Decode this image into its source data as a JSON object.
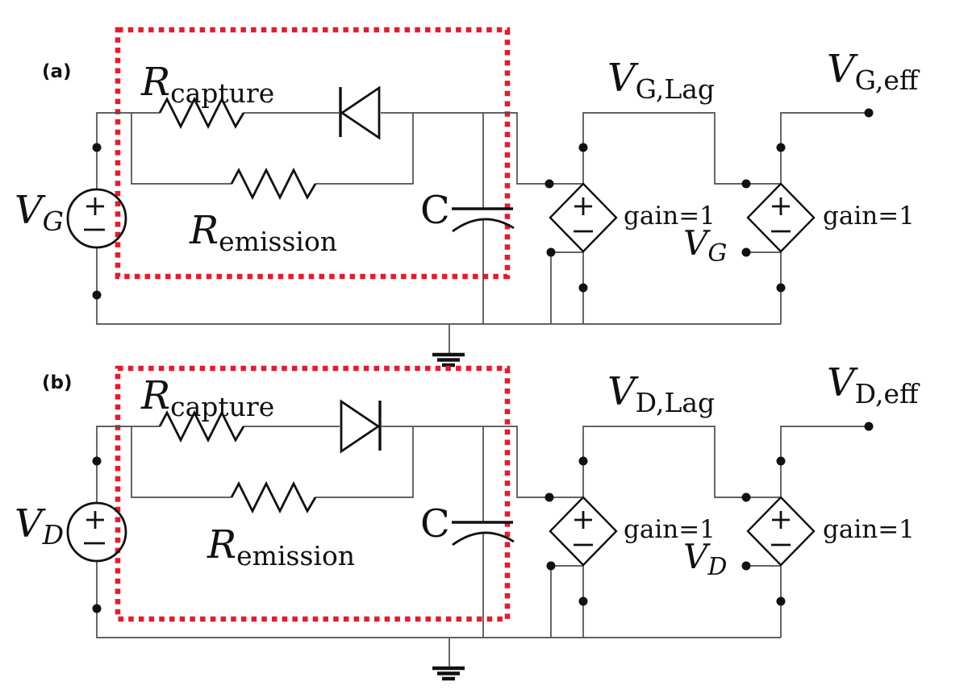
{
  "figure": {
    "type": "circuit-schematic",
    "colors": {
      "highlight_box": "#e8192c",
      "wire": "#4d4d4d",
      "component": "#111111",
      "text": "#111111",
      "background": "#ffffff"
    },
    "panels": [
      {
        "tag": "(a)",
        "source_label": {
          "main": "V",
          "sub": "G"
        },
        "source_plus": "+",
        "source_minus": "−",
        "r_capture": {
          "main": "R",
          "sub": "capture"
        },
        "r_emission": {
          "main": "R",
          "sub": "emission"
        },
        "diode_direction": "left",
        "capacitor_label": "C",
        "lag_label": {
          "main": "V",
          "sub": "G,Lag"
        },
        "eff_label": {
          "main": "V",
          "sub": "G,eff"
        },
        "vcvs": [
          {
            "gain": "gain=1",
            "plus": "+",
            "minus": "−"
          },
          {
            "gain": "gain=1",
            "plus": "+",
            "minus": "−"
          }
        ],
        "control_label": {
          "main": "V",
          "sub": "G"
        }
      },
      {
        "tag": "(b)",
        "source_label": {
          "main": "V",
          "sub": "D"
        },
        "source_plus": "+",
        "source_minus": "−",
        "r_capture": {
          "main": "R",
          "sub": "capture"
        },
        "r_emission": {
          "main": "R",
          "sub": "emission"
        },
        "diode_direction": "right",
        "capacitor_label": "C",
        "lag_label": {
          "main": "V",
          "sub": "D,Lag"
        },
        "eff_label": {
          "main": "V",
          "sub": "D,eff"
        },
        "vcvs": [
          {
            "gain": "gain=1",
            "plus": "+",
            "minus": "−"
          },
          {
            "gain": "gain=1",
            "plus": "+",
            "minus": "−"
          }
        ],
        "control_label": {
          "main": "V",
          "sub": "D"
        }
      }
    ]
  }
}
